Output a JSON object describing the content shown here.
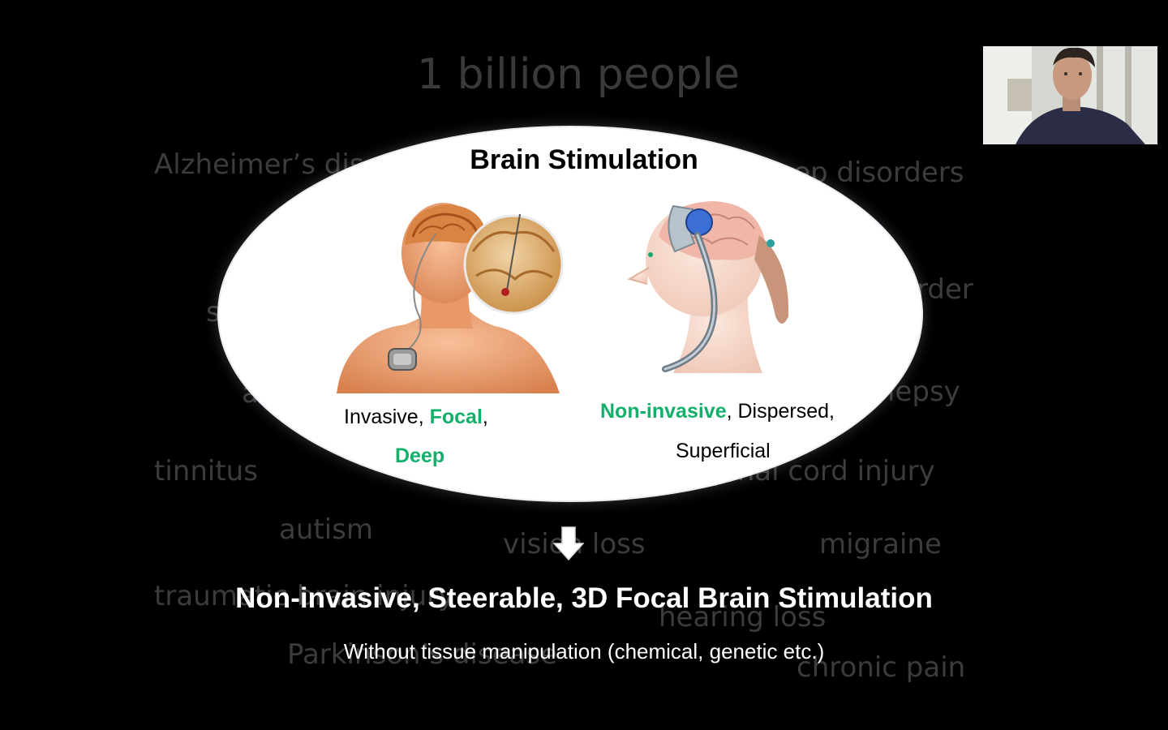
{
  "background": {
    "headline": "1 billion people",
    "words": {
      "alzheimers": "Alzheimer’s dis",
      "sleep": "sleep disorders",
      "order": "rder",
      "s": "s",
      "a": "a",
      "epilepsy": "lepsy",
      "tinnitus": "tinnitus",
      "spinal": "spinal cord injury",
      "autism": "autism",
      "vision": "vision loss",
      "migraine": "migraine",
      "trau": "trau",
      "trau_hidden": "traumatic brain injury",
      "hearing": "hearing loss",
      "parkinsons": "Parkinson’s disease",
      "chronic": "chronic pain"
    }
  },
  "ellipse": {
    "title": "Brain Stimulation",
    "left": {
      "part1": "Invasive, ",
      "focal": "Focal",
      "comma": ",",
      "deep": "Deep"
    },
    "right": {
      "noninvasive": "Non-invasive",
      "part2": ", Dispersed,",
      "superficial": "Superficial"
    }
  },
  "main": {
    "heading": "Non-invasive, Steerable, 3D Focal Brain Stimulation",
    "subheading": "Without tissue manipulation (chemical, genetic etc.)"
  },
  "colors": {
    "accent_green": "#12b06a",
    "background": "#000000",
    "faded_text": "#3c3c3c"
  },
  "icons": {
    "arrow": "down-arrow-icon",
    "illustration_left": "dbs-implant-illustration",
    "illustration_right": "tms-head-illustration"
  }
}
